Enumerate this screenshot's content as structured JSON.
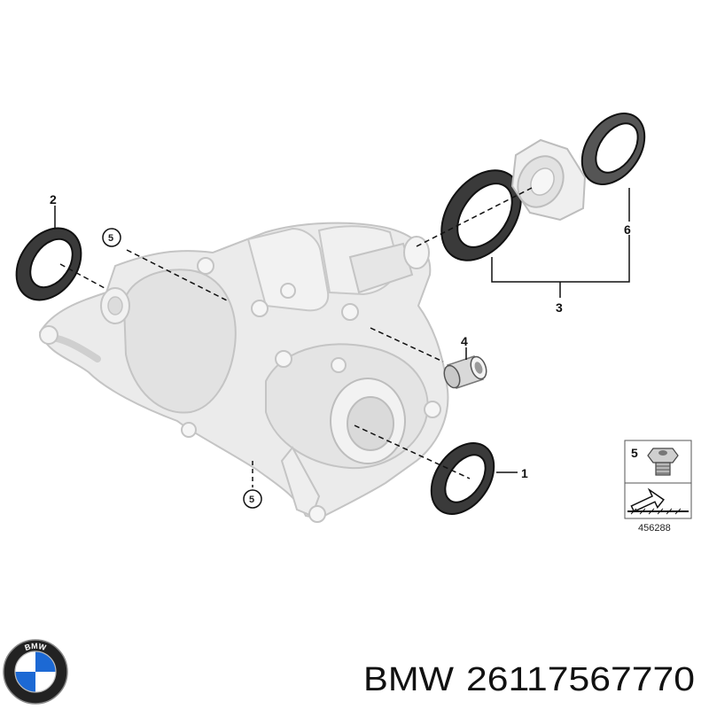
{
  "callouts": {
    "c1": "1",
    "c2": "2",
    "c3": "3",
    "c4": "4",
    "c5_top": "5",
    "c5_bottom": "5",
    "c6": "6"
  },
  "inset": {
    "part_number": "5",
    "diagram_id": "456288"
  },
  "logo": {
    "text": "BMW"
  },
  "caption": {
    "brand": "BMW",
    "part_number": "26117567770"
  },
  "colors": {
    "housing_fill": "#e9e9e9",
    "housing_stroke": "#c4c4c4",
    "seal_dark": "#3a3a3a",
    "logo_blue": "#1c69d4"
  }
}
